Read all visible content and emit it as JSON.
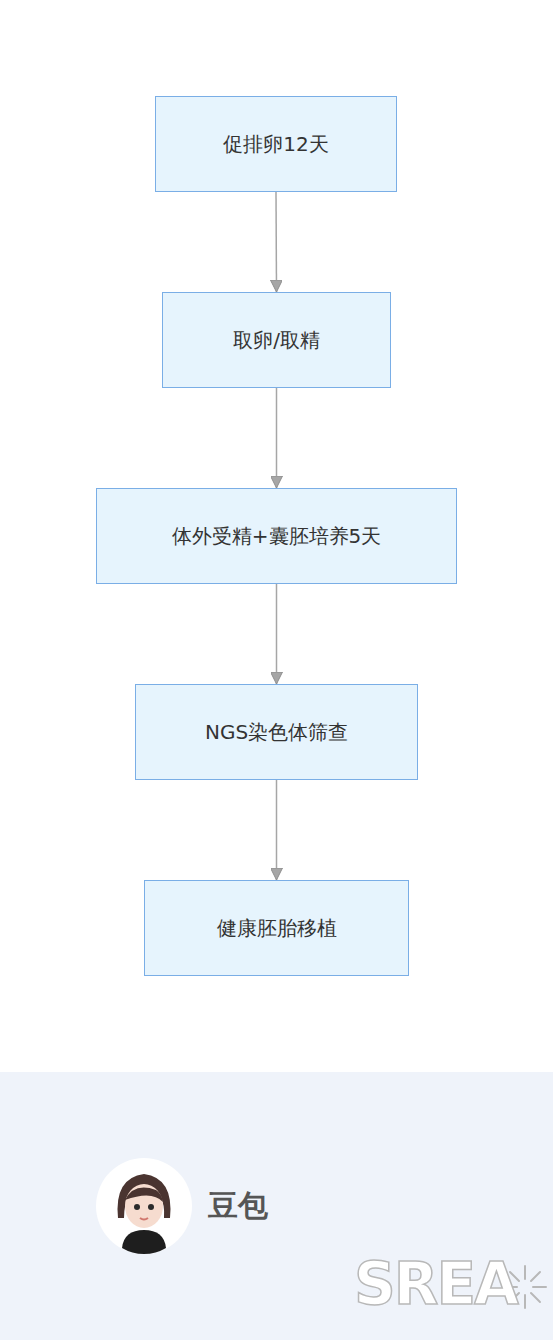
{
  "diagram": {
    "nodes": [
      {
        "text": [
          "促排卵12天"
        ]
      },
      {
        "text": [
          "取卵/取精"
        ]
      },
      {
        "text": [
          "体外受精+囊胚培养5天"
        ]
      },
      {
        "text": [
          "NGS染色体筛查"
        ]
      },
      {
        "text": [
          "健康胚胎移植"
        ]
      }
    ],
    "edges": [
      {
        "from": 0,
        "to": 1,
        "arrow": "to"
      },
      {
        "from": 1,
        "to": 2,
        "arrow": "to"
      },
      {
        "from": 2,
        "to": 3,
        "arrow": "to"
      },
      {
        "from": 3,
        "to": 4,
        "arrow": "to"
      }
    ],
    "labels": [
      "豆包",
      "SREA"
    ]
  }
}
